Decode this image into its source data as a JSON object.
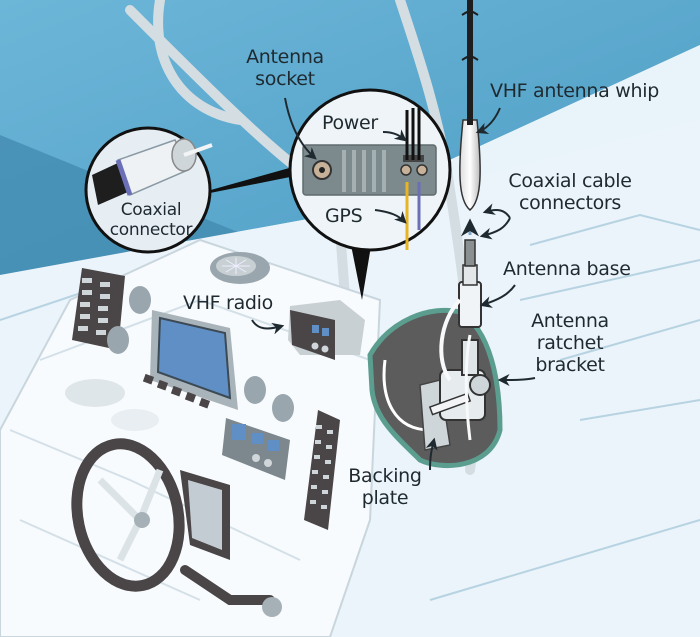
{
  "title": "VHF antenna installation diagram",
  "colors": {
    "sky": "#5aa9cf",
    "sky_dark": "#3f86ad",
    "deck": "#eaf4fa",
    "console": "#f7fafc",
    "screen": "#5f8fc4",
    "dark_part": "#4a4546",
    "backing_plate": "#5c5c5c",
    "backing_edge": "#5b9e8f",
    "gps_wire": "#e8b422",
    "gps_wire_2": "#6a6fb8",
    "label_text": "#1f2a30"
  },
  "labels": {
    "antenna_socket": [
      "Antenna",
      "socket"
    ],
    "power": "Power",
    "gps": "GPS",
    "coaxial_connector": [
      "Coaxial",
      "connector"
    ],
    "vhf_antenna_whip": "VHF antenna whip",
    "coaxial_cable_connectors": [
      "Coaxial cable",
      "connectors"
    ],
    "antenna_base": "Antenna base",
    "antenna_ratchet_bracket": [
      "Antenna",
      "ratchet",
      "bracket"
    ],
    "vhf_radio": "VHF radio",
    "backing_plate": [
      "Backing",
      "plate"
    ]
  },
  "parts": [
    {
      "name": "VHF antenna whip"
    },
    {
      "name": "Coaxial cable connectors"
    },
    {
      "name": "Antenna base"
    },
    {
      "name": "Antenna ratchet bracket"
    },
    {
      "name": "Backing plate"
    },
    {
      "name": "VHF radio"
    },
    {
      "name": "Antenna socket"
    },
    {
      "name": "Power"
    },
    {
      "name": "GPS"
    },
    {
      "name": "Coaxial connector"
    }
  ]
}
